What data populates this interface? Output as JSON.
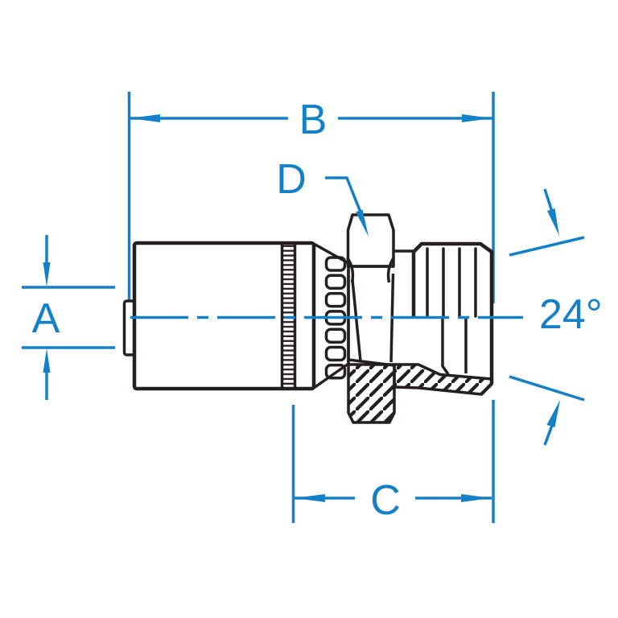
{
  "drawing": {
    "labels": {
      "dim_a": "A",
      "dim_b": "B",
      "dim_c": "C",
      "dim_d": "D",
      "seat_angle": "24°"
    },
    "colors": {
      "dimension_blue": "#1380c8",
      "line_black": "#241f20",
      "background": "#ffffff"
    }
  }
}
